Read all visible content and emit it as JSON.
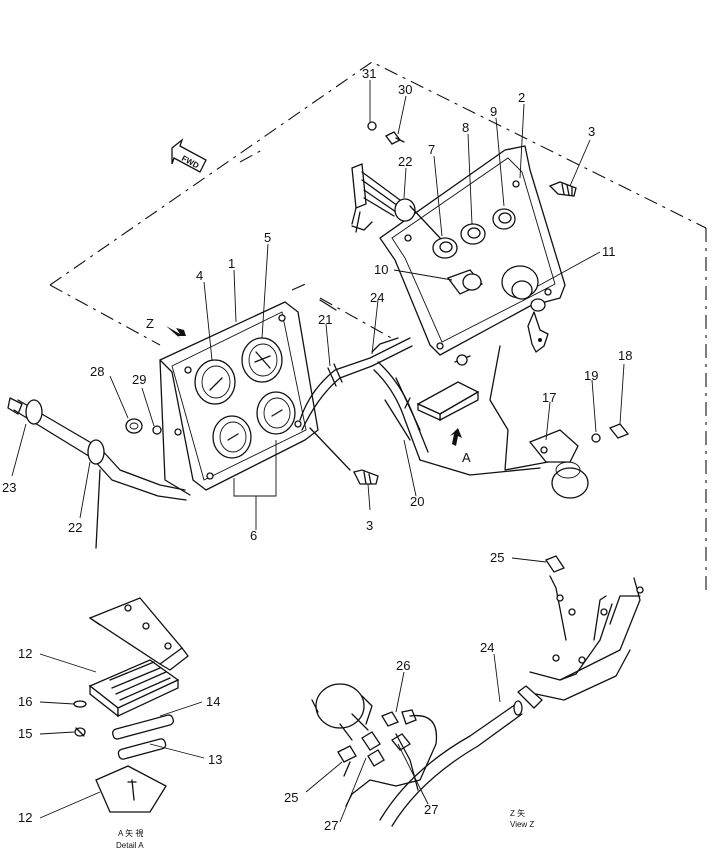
{
  "arrow_labels": {
    "fwd": "FWD",
    "z": "Z",
    "a": "A"
  },
  "callouts": [
    {
      "id": "c31",
      "text": "31"
    },
    {
      "id": "c30",
      "text": "30"
    },
    {
      "id": "c9",
      "text": "9"
    },
    {
      "id": "c2",
      "text": "2"
    },
    {
      "id": "c8",
      "text": "8"
    },
    {
      "id": "c7",
      "text": "7"
    },
    {
      "id": "c22a",
      "text": "22"
    },
    {
      "id": "c3a",
      "text": "3"
    },
    {
      "id": "c5",
      "text": "5"
    },
    {
      "id": "c1",
      "text": "1"
    },
    {
      "id": "c4",
      "text": "4"
    },
    {
      "id": "c10",
      "text": "10"
    },
    {
      "id": "c11",
      "text": "11"
    },
    {
      "id": "c24a",
      "text": "24"
    },
    {
      "id": "c21",
      "text": "21"
    },
    {
      "id": "c28",
      "text": "28"
    },
    {
      "id": "c29",
      "text": "29"
    },
    {
      "id": "c18",
      "text": "18"
    },
    {
      "id": "c19",
      "text": "19"
    },
    {
      "id": "c17",
      "text": "17"
    },
    {
      "id": "c23",
      "text": "23"
    },
    {
      "id": "c22b",
      "text": "22"
    },
    {
      "id": "c6",
      "text": "6"
    },
    {
      "id": "c3b",
      "text": "3"
    },
    {
      "id": "c20",
      "text": "20"
    },
    {
      "id": "c25a",
      "text": "25"
    },
    {
      "id": "c24b",
      "text": "24"
    },
    {
      "id": "c12a",
      "text": "12"
    },
    {
      "id": "c16",
      "text": "16"
    },
    {
      "id": "c14",
      "text": "14"
    },
    {
      "id": "c15",
      "text": "15"
    },
    {
      "id": "c13",
      "text": "13"
    },
    {
      "id": "c26",
      "text": "26"
    },
    {
      "id": "c25b",
      "text": "25"
    },
    {
      "id": "c27a",
      "text": "27"
    },
    {
      "id": "c27b",
      "text": "27"
    },
    {
      "id": "c12b",
      "text": "12"
    }
  ],
  "captions": {
    "detail_a_top": "A 矢 視",
    "detail_a_bottom": "Detail A",
    "view_z_top": "Z 矢",
    "view_z_bottom": "View Z"
  }
}
